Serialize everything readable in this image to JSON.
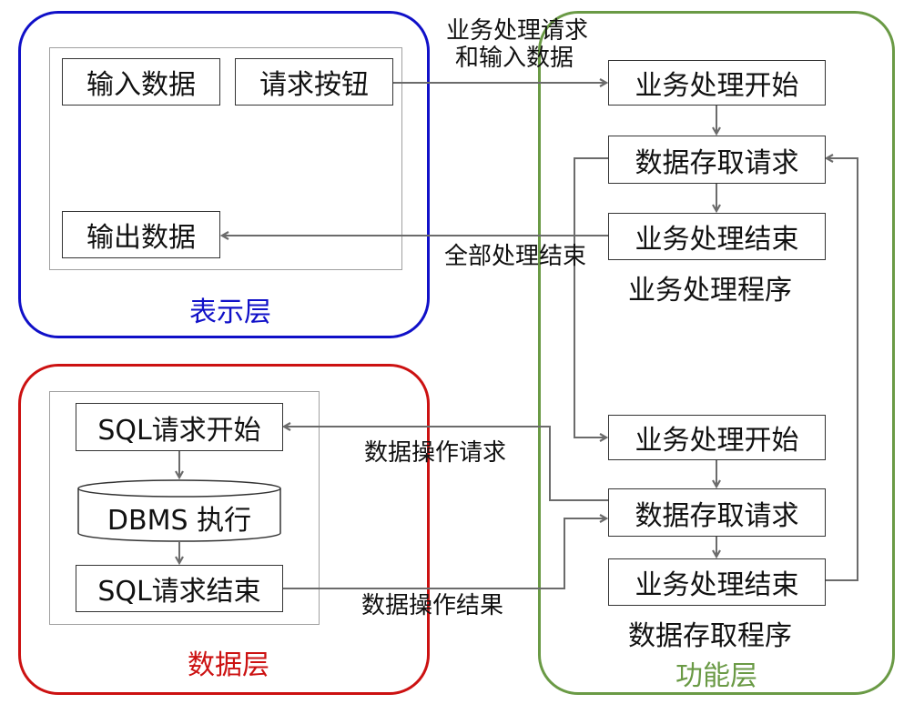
{
  "colors": {
    "presentation": "#1010c8",
    "data_layer": "#cc1111",
    "function_layer": "#6a9a45",
    "arrow": "#6b6b6b"
  },
  "presentation": {
    "title": "表示层",
    "input_box": "输入数据",
    "request_button": "请求按钮",
    "output_box": "输出数据"
  },
  "data_layer": {
    "title": "数据层",
    "sql_start": "SQL请求开始",
    "dbms": "DBMS 执行",
    "sql_end": "SQL请求结束"
  },
  "function_layer": {
    "title": "功能层",
    "business_program": {
      "start": "业务处理开始",
      "access_request": "数据存取请求",
      "end": "业务处理结束",
      "caption": "业务处理程序"
    },
    "access_program": {
      "start": "业务处理开始",
      "access_request": "数据存取请求",
      "end": "业务处理结束",
      "caption": "数据存取程序"
    }
  },
  "edge_labels": {
    "request_line1": "业务处理请求",
    "request_line2": "和输入数据",
    "all_done": "全部处理结束",
    "data_op_request": "数据操作请求",
    "data_op_result": "数据操作结果"
  }
}
